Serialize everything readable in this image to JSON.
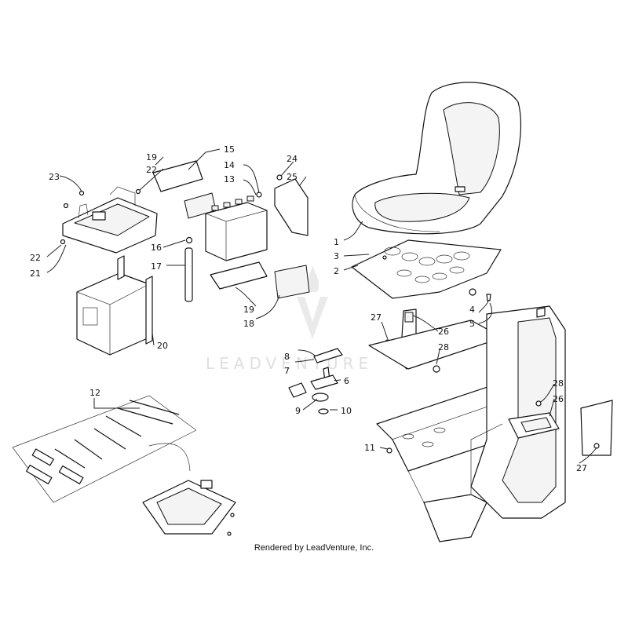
{
  "footer": {
    "credit": "Rendered by LeadVenture, Inc."
  },
  "watermark": {
    "text": "LEADVENTURE"
  },
  "callouts": [
    "1",
    "2",
    "3",
    "4",
    "5",
    "7",
    "8",
    "6",
    "9",
    "10",
    "11",
    "12",
    "13",
    "14",
    "15",
    "16",
    "17",
    "18",
    "19",
    "19",
    "20",
    "21",
    "22",
    "22",
    "23",
    "24",
    "25",
    "26",
    "27",
    "28",
    "26",
    "27",
    "28"
  ],
  "colors": {
    "line": "#111111",
    "watermark": "#d2d2d2"
  }
}
